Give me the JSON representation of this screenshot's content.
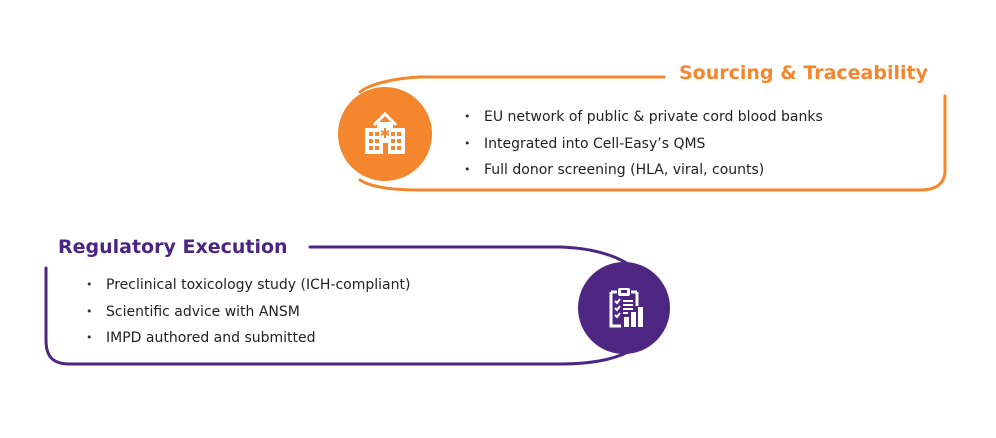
{
  "colors": {
    "orange": "#F4862E",
    "purple": "#4D2682",
    "text": "#222222"
  },
  "sections": [
    {
      "id": "sourcing",
      "title": "Sourcing & Traceability",
      "icon": "hospital-building-icon",
      "bullets": [
        "EU network of public & private cord blood banks",
        " Integrated into Cell-Easy’s QMS",
        "Full donor screening (HLA, viral, counts)"
      ]
    },
    {
      "id": "regulatory",
      "title": "Regulatory Execution",
      "icon": "clipboard-checklist-chart-icon",
      "bullets": [
        "Preclinical toxicology study (ICH-compliant)",
        "Scientific advice with ANSM",
        "IMPD authored and submitted"
      ]
    }
  ]
}
